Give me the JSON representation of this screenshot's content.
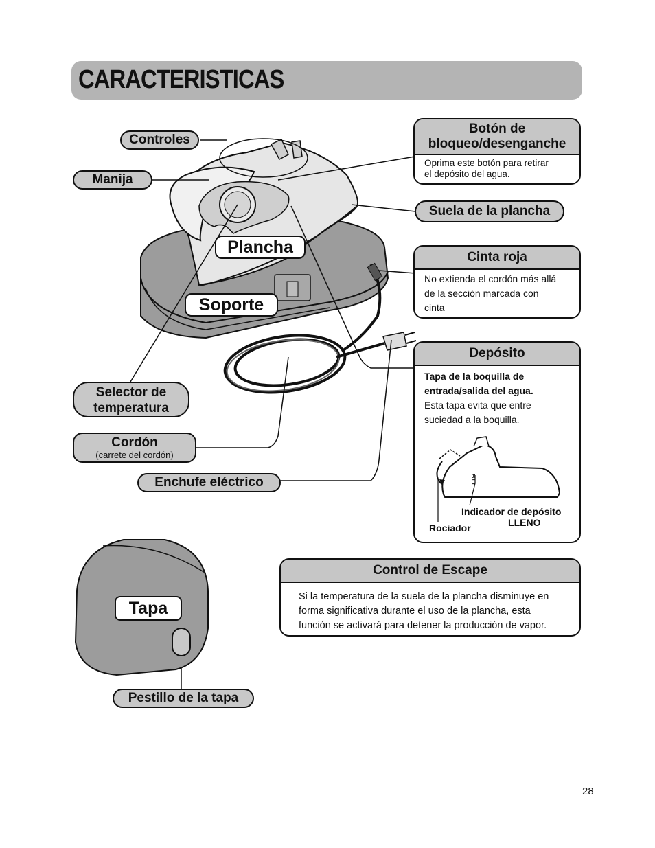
{
  "title": "CARACTERISTICAS",
  "labels": {
    "controles": "Controles",
    "manija": "Manija",
    "plancha": "Plancha",
    "soporte": "Soporte",
    "selector": [
      "Selector de",
      "temperatura"
    ],
    "cordon": "Cordón",
    "cordon_sub": "(carrete del cordón)",
    "enchufe": "Enchufe eléctrico",
    "suela": "Suela de la plancha",
    "tapa": "Tapa",
    "pestillo": "Pestillo de la tapa"
  },
  "boxes": {
    "boton": {
      "title": [
        "Botón de",
        "bloqueo/desenganche"
      ],
      "text": [
        "Oprima este botón para retirar",
        "el depósito del agua."
      ]
    },
    "cinta": {
      "title": "Cinta roja",
      "text": [
        "No extienda el cordón más allá",
        "de la sección marcada con",
        "cinta"
      ]
    },
    "deposito": {
      "title": "Depósito",
      "bold_text": [
        "Tapa de la boquilla de",
        "entrada/salida del agua."
      ],
      "text": [
        "Esta tapa evita que entre",
        "suciedad a la boquilla."
      ],
      "indicador": [
        "Indicador de depósito",
        "LLENO"
      ],
      "rociador": "Rociador",
      "full_mark": "FULL"
    },
    "escape": {
      "title": "Control de Escape",
      "text": [
        "Si la temperatura de la suela de la plancha disminuye en",
        "forma significativa durante el uso de la plancha, esta",
        "función se activará para detener la producción de vapor."
      ]
    }
  },
  "page_number": "28"
}
